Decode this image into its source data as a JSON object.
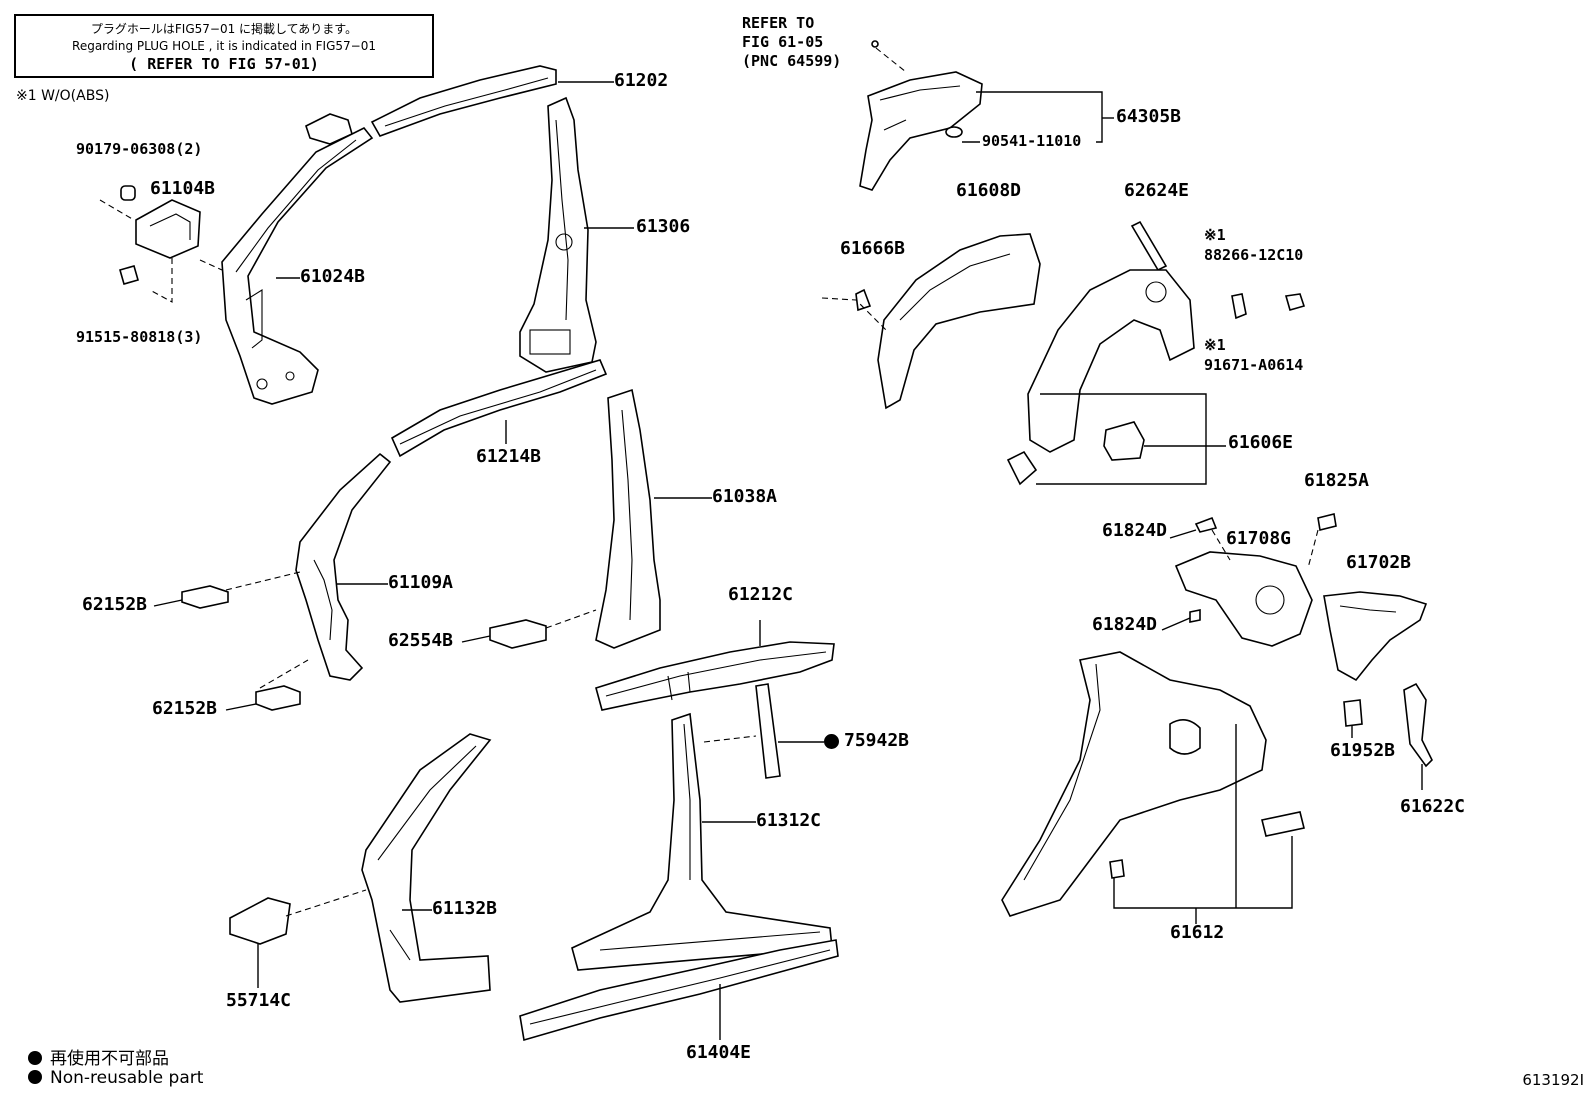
{
  "notes": {
    "plug_hole_jp": "プラグホールはFIG57−01 に掲載してあります。",
    "plug_hole_en": "Regarding PLUG HOLE , it is indicated in FIG57−01",
    "refer_fig": "( REFER TO FIG 57-01)",
    "abs_note": "※1 W/O(ABS)",
    "refer_to": "REFER TO",
    "refer_fig_61": "FIG 61-05",
    "refer_pnc": "(PNC 64599)"
  },
  "legend": {
    "jp": "再使用不可部品",
    "en": "Non-reusable part"
  },
  "figure_id": "613192I",
  "parts": {
    "p61202": "61202",
    "p90179": "90179-06308(2)",
    "p61104B": "61104B",
    "p61306": "61306",
    "p61024B": "61024B",
    "p91515": "91515-80818(3)",
    "p61214B": "61214B",
    "p61038A": "61038A",
    "p61109A": "61109A",
    "p62152B_1": "62152B",
    "p62554B": "62554B",
    "p62152B_2": "62152B",
    "p61212C": "61212C",
    "p75942B": "75942B",
    "p61312C": "61312C",
    "p61132B": "61132B",
    "p55714C": "55714C",
    "p61404E": "61404E",
    "p64305B": "64305B",
    "p90541": "90541-11010",
    "p61608D": "61608D",
    "p62624E": "62624E",
    "p61666B": "61666B",
    "p88266_mark": "※1",
    "p88266": "88266-12C10",
    "p91671_mark": "※1",
    "p91671": "91671-A0614",
    "p61606E": "61606E",
    "p61825A": "61825A",
    "p61824D_1": "61824D",
    "p61708G": "61708G",
    "p61702B": "61702B",
    "p61824D_2": "61824D",
    "p61952B": "61952B",
    "p61622C": "61622C",
    "p61612": "61612"
  }
}
